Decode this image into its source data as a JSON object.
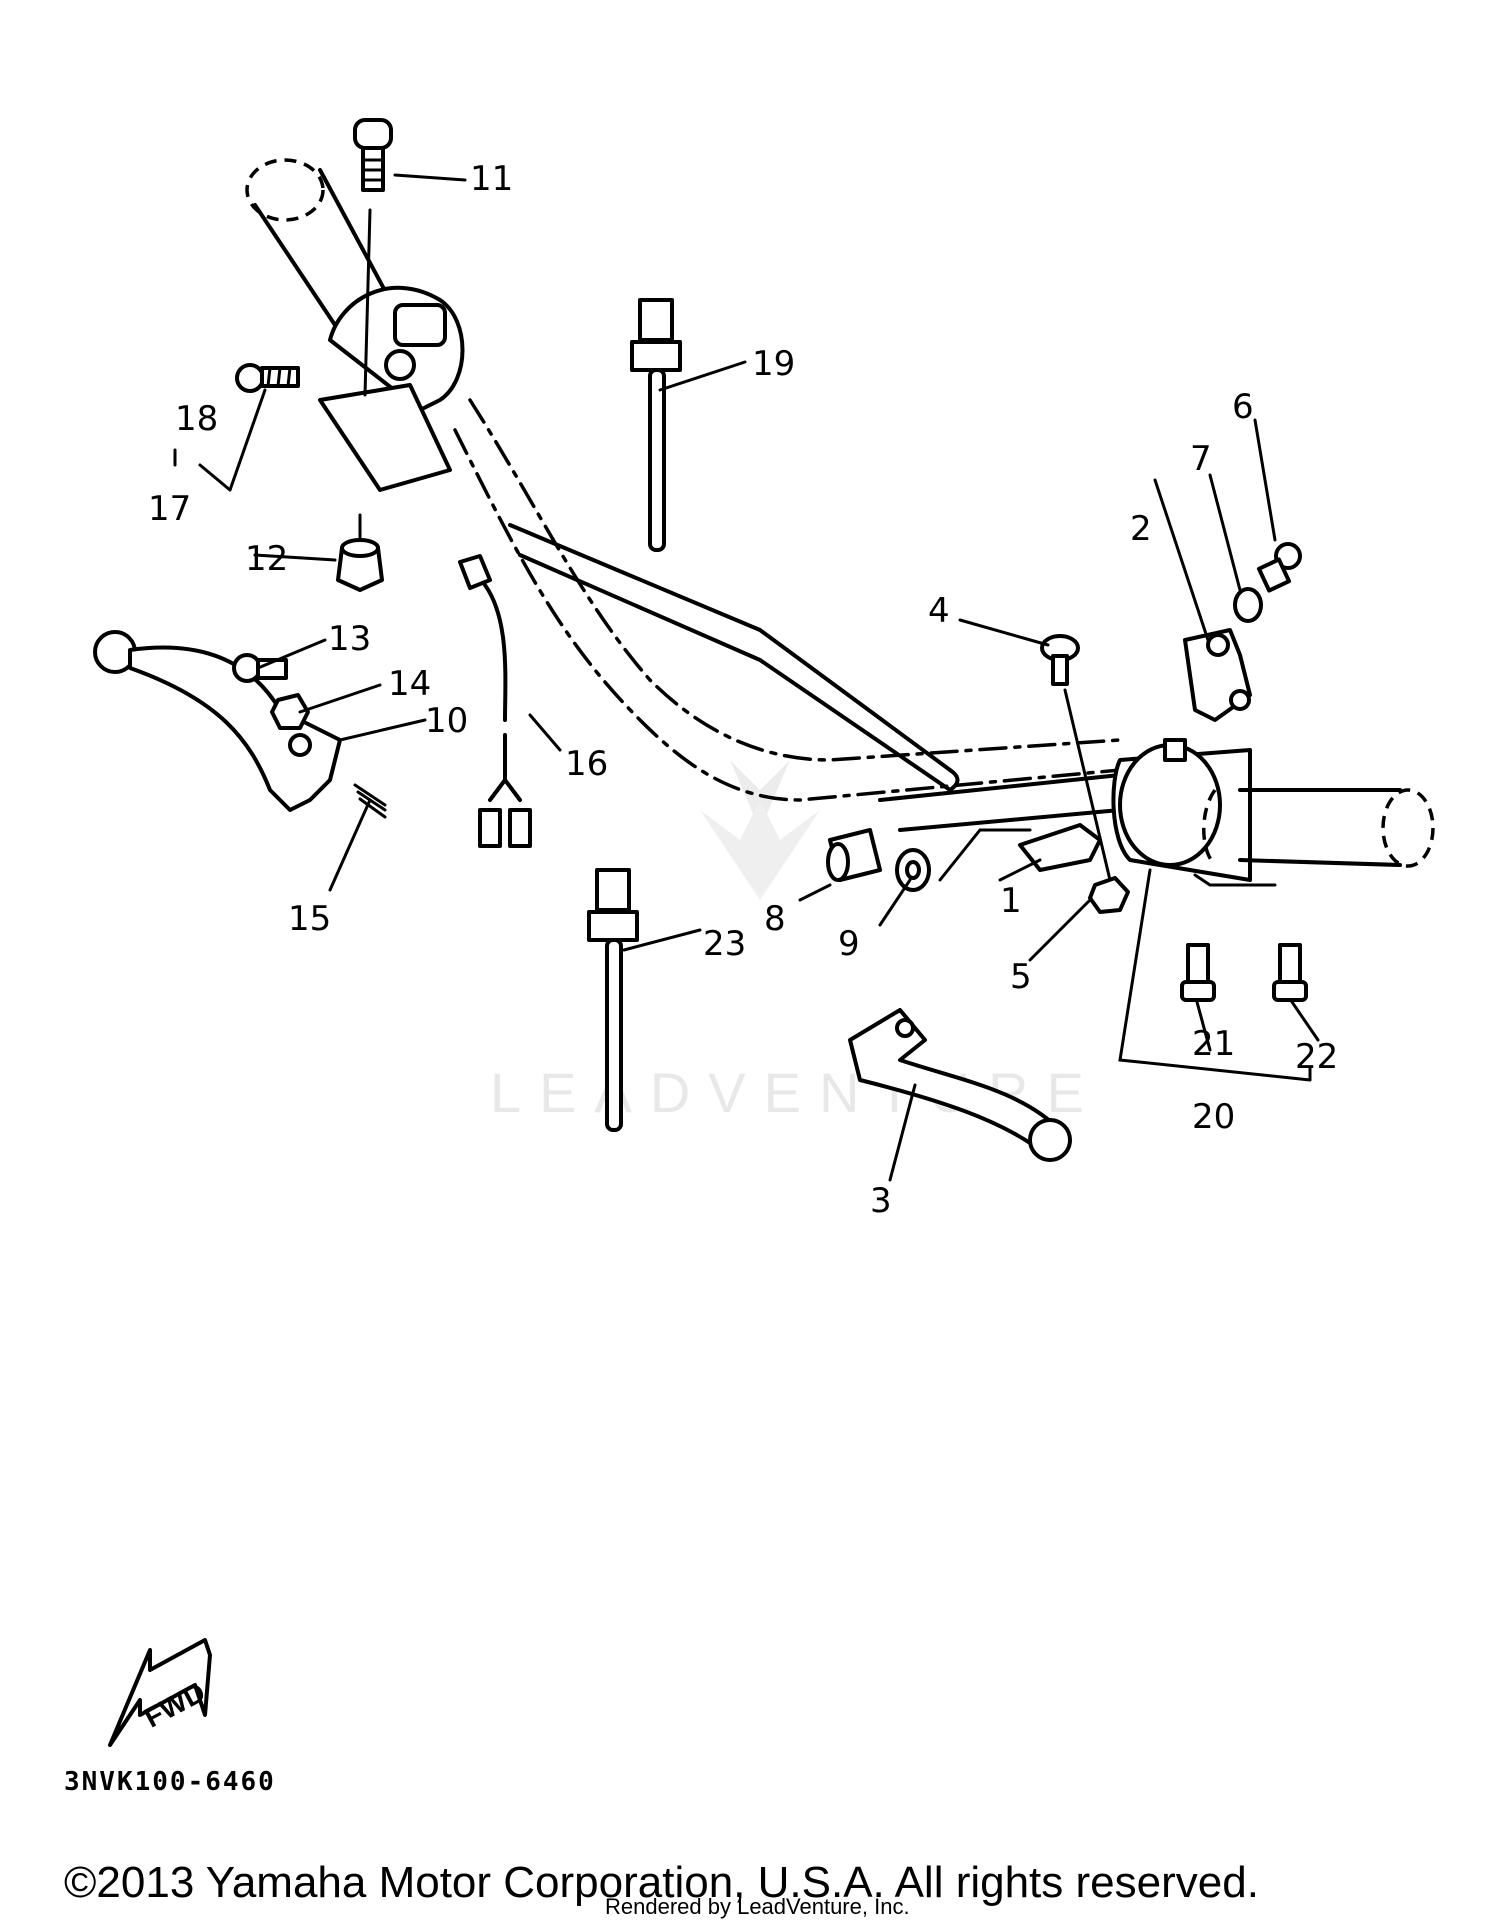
{
  "diagram": {
    "parts": [
      {
        "number": "1"
      },
      {
        "number": "2"
      },
      {
        "number": "3"
      },
      {
        "number": "4"
      },
      {
        "number": "5"
      },
      {
        "number": "6"
      },
      {
        "number": "7"
      },
      {
        "number": "8"
      },
      {
        "number": "9"
      },
      {
        "number": "10"
      },
      {
        "number": "11"
      },
      {
        "number": "12"
      },
      {
        "number": "13"
      },
      {
        "number": "14"
      },
      {
        "number": "15"
      },
      {
        "number": "16"
      },
      {
        "number": "17"
      },
      {
        "number": "18"
      },
      {
        "number": "19"
      },
      {
        "number": "20"
      },
      {
        "number": "21"
      },
      {
        "number": "22"
      },
      {
        "number": "23"
      }
    ],
    "fwd_label": "FWD",
    "diagram_code": "3NVK100-6460",
    "watermark": "LEADVENTURE"
  },
  "footer": {
    "copyright": "©2013 Yamaha Motor Corporation, U.S.A. All rights reserved.",
    "rendered_by": "Rendered by LeadVenture, Inc."
  }
}
